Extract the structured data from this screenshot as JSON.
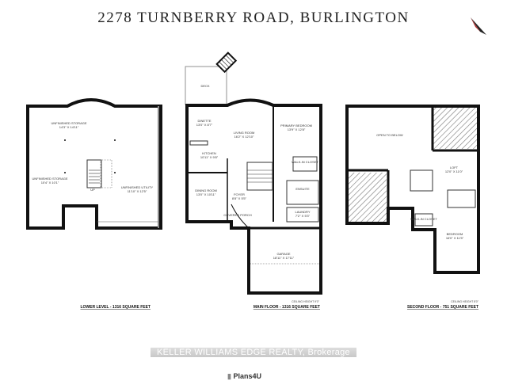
{
  "title": "2278 TURNBERRY ROAD, BURLINGTON",
  "compass_icon": "north-arrow-icon",
  "lower_level": {
    "label": "LOWER LEVEL - 1316 SQUARE FEET",
    "rooms": [
      {
        "name": "UNFINISHED STORAGE",
        "dims": "14'3\" X 14'11\""
      },
      {
        "name": "UNFINISHED STORAGE",
        "dims": "10'4\" X 10'1\""
      },
      {
        "name": "UNFINISHED UTILITY",
        "dims": "11'10\" X 12'5\""
      }
    ],
    "stair": "UP"
  },
  "main_floor": {
    "label": "MAIN FLOOR - 1316 SQUARE FEET",
    "ceiling": "CEILING HEIGHT 9'0\"",
    "rooms": [
      {
        "name": "DECK",
        "dims": ""
      },
      {
        "name": "DINETTE",
        "dims": "13'0\" X 8'7\""
      },
      {
        "name": "LIVING ROOM",
        "dims": "16'2\" X 12'10\""
      },
      {
        "name": "PRIMARY BEDROOM",
        "dims": "13'9\" X 12'8\""
      },
      {
        "name": "KITCHEN",
        "dims": "10'11\" X 9'8\""
      },
      {
        "name": "DINING ROOM",
        "dims": "13'0\" X 10'11\""
      },
      {
        "name": "FOYER",
        "dims": "8'8\" X 5'5\""
      },
      {
        "name": "ENSUITE",
        "dims": ""
      },
      {
        "name": "WALK-IN CLOSET",
        "dims": ""
      },
      {
        "name": "COVERED PORCH",
        "dims": ""
      },
      {
        "name": "LAUNDRY",
        "dims": "7'2\" X 5'3\""
      },
      {
        "name": "GARAGE",
        "dims": "18'11\" X 17'11\""
      }
    ]
  },
  "second_floor": {
    "label": "SECOND FLOOR - 751 SQUARE FEET",
    "ceiling": "CEILING HEIGHT 8'0\"",
    "rooms": [
      {
        "name": "OPEN TO BELOW",
        "dims": ""
      },
      {
        "name": "LOFT",
        "dims": "12'0\" X 11'0\""
      },
      {
        "name": "BEDROOM",
        "dims": "16'0\" X 11'5\""
      },
      {
        "name": "WALK-IN CLOSET",
        "dims": ""
      }
    ]
  },
  "footer": {
    "brokerage": "KELLER WILLIAMS EDGE REALTY, Brokerage",
    "logo": "Plans4U"
  }
}
